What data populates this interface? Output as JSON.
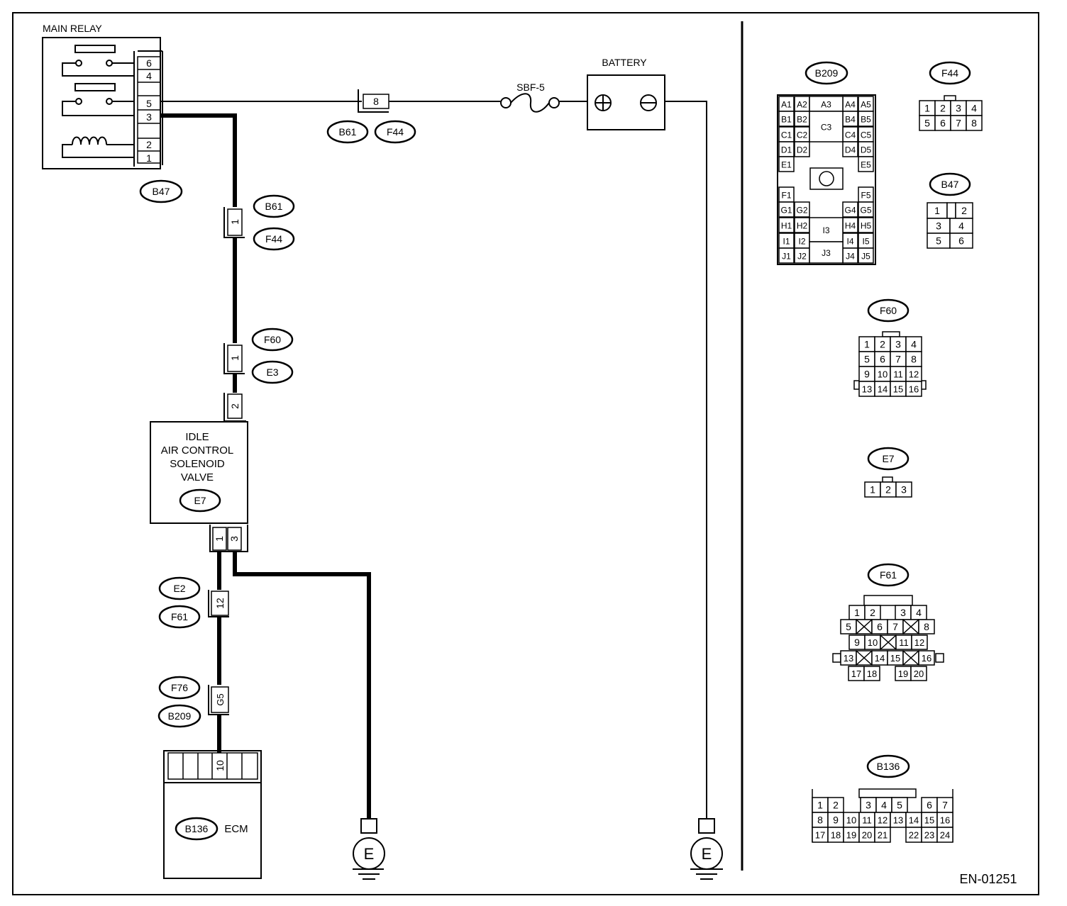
{
  "diagram_id": "EN-01251",
  "components": {
    "main_relay": {
      "title": "MAIN RELAY",
      "connector": "B47",
      "pins": [
        "6",
        "4",
        "5",
        "3",
        "2",
        "1"
      ]
    },
    "battery": {
      "title": "BATTERY",
      "positive": "⊕",
      "negative": "⊖"
    },
    "fuse": {
      "label": "SBF-5"
    },
    "iac_valve": {
      "lines": [
        "IDLE",
        "AIR CONTROL",
        "SOLENOID",
        "VALVE"
      ],
      "connector": "E7"
    },
    "ecm": {
      "label": "ECM",
      "connector": "B136",
      "pin": "10"
    },
    "ground_left": {
      "label": "E"
    },
    "ground_right": {
      "label": "E"
    }
  },
  "junctions": [
    {
      "pin": "8",
      "labels": [
        "B61",
        "F44"
      ]
    },
    {
      "pin": "1",
      "labels": [
        "B61",
        "F44"
      ]
    },
    {
      "pin": "1",
      "labels": [
        "F60",
        "E3"
      ]
    },
    {
      "pin": "2",
      "labels": []
    },
    {
      "pin": "1",
      "labels": []
    },
    {
      "pin": "3",
      "labels": []
    },
    {
      "pin": "12",
      "labels": [
        "E2",
        "F61"
      ]
    },
    {
      "pin": "G5",
      "labels": [
        "F76",
        "B209"
      ]
    }
  ],
  "connector_views": {
    "B209": {
      "label": "B209",
      "left_col": [
        "A1",
        "B1",
        "C1",
        "D1",
        "E1",
        "F1",
        "G1",
        "H1",
        "I1",
        "J1"
      ],
      "left_col2": [
        "A2",
        "B2",
        "C2",
        "D2",
        "G2",
        "H2",
        "I2",
        "J2"
      ],
      "center": [
        "A3",
        "C3",
        "I3",
        "J3"
      ],
      "right_col": [
        "A4",
        "B4",
        "C4",
        "D4",
        "G4",
        "H4",
        "I4",
        "J4"
      ],
      "right_col2": [
        "A5",
        "B5",
        "C5",
        "D5",
        "E5",
        "F5",
        "G5",
        "H5",
        "I5",
        "J5"
      ]
    },
    "F44": {
      "label": "F44",
      "rows": [
        [
          "1",
          "2",
          "3",
          "4"
        ],
        [
          "5",
          "6",
          "7",
          "8"
        ]
      ]
    },
    "B47": {
      "label": "B47",
      "rows": [
        [
          "1",
          "2"
        ],
        [
          "3",
          "4"
        ],
        [
          "5",
          "6"
        ]
      ]
    },
    "F60": {
      "label": "F60",
      "rows": [
        [
          "1",
          "2",
          "3",
          "4"
        ],
        [
          "5",
          "6",
          "7",
          "8"
        ],
        [
          "9",
          "10",
          "11",
          "12"
        ],
        [
          "13",
          "14",
          "15",
          "16"
        ]
      ]
    },
    "E7": {
      "label": "E7",
      "rows": [
        [
          "1",
          "2",
          "3"
        ]
      ]
    },
    "F61": {
      "label": "F61",
      "rows": [
        [
          "1",
          "2",
          "3",
          "4"
        ],
        [
          "5",
          "6",
          "7",
          "8"
        ],
        [
          "9",
          "10",
          "11",
          "12"
        ],
        [
          "13",
          "14",
          "15",
          "16"
        ],
        [
          "17",
          "18",
          "19",
          "20"
        ]
      ]
    },
    "B136": {
      "label": "B136",
      "rows": [
        [
          "1",
          "2",
          "3",
          "4",
          "5",
          "6",
          "7"
        ],
        [
          "8",
          "9",
          "10",
          "11",
          "12",
          "13",
          "14",
          "15",
          "16"
        ],
        [
          "17",
          "18",
          "19",
          "20",
          "21",
          "22",
          "23",
          "24"
        ]
      ]
    }
  }
}
